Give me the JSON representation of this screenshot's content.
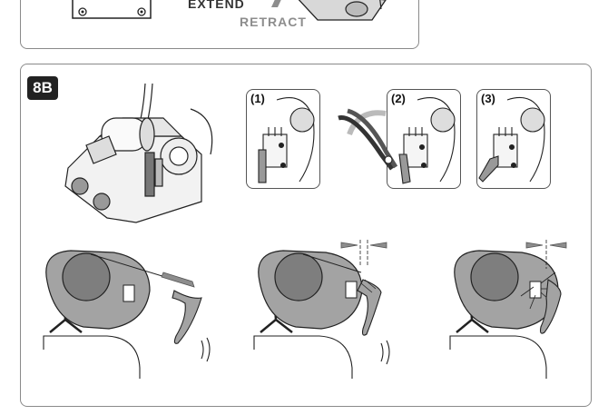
{
  "top_panel": {
    "extend_label": "EXTEND",
    "retract_label": "RETRACT"
  },
  "main_panel": {
    "badge": "8B",
    "steps": [
      {
        "label": "(1)"
      },
      {
        "label": "(2)"
      },
      {
        "label": "(3)"
      }
    ]
  },
  "colors": {
    "body_gray": "#a3a3a3",
    "dark_gray": "#7e7e7e",
    "outline": "#222222",
    "frame": "#8a8a8a",
    "badge_bg": "#222222"
  }
}
